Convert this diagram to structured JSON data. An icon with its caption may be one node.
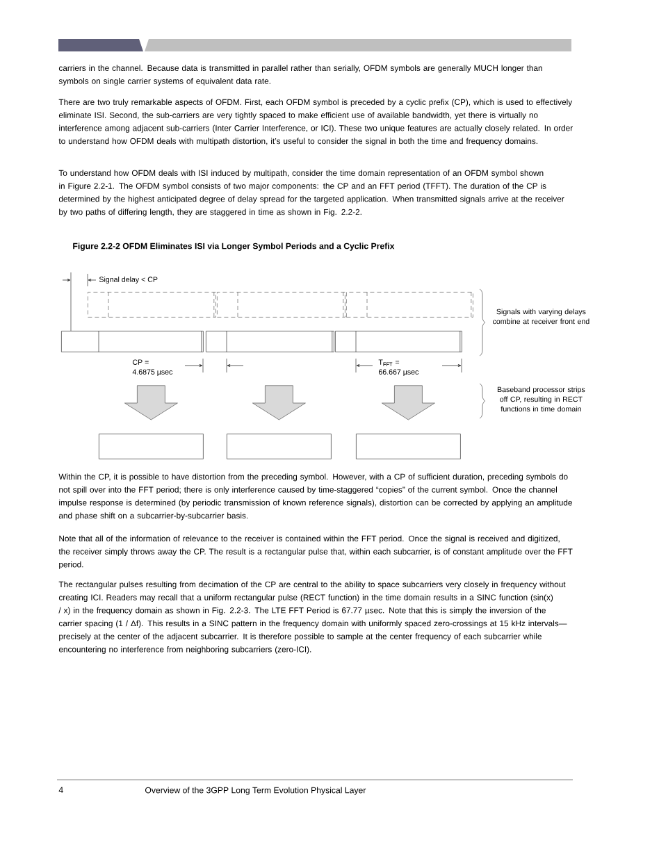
{
  "diagram": {
    "title": "Figure 2.2-2  OFDM Eliminates ISI via Longer Symbol Periods and a Cyclic Prefix",
    "nodes": [
      {
        "text": [],
        "shape": "box"
      },
      {
        "text": [],
        "shape": "box"
      },
      {
        "text": [],
        "shape": "box"
      },
      {
        "text": [],
        "shape": "box"
      },
      {
        "text": [],
        "shape": "box"
      },
      {
        "text": [],
        "shape": "box"
      },
      {
        "text": [],
        "shape": "box"
      },
      {
        "text": [],
        "shape": "box"
      },
      {
        "text": [],
        "shape": "box"
      }
    ],
    "edges": [
      {
        "from": 3,
        "to": 6,
        "arrow": "to"
      },
      {
        "from": 4,
        "to": 7,
        "arrow": "to"
      },
      {
        "from": 5,
        "to": 8,
        "arrow": "to"
      }
    ],
    "labels": [
      "carriers in the channel. Because data is transmitted in parallel rather than serially, OFDM symbols are generally MUCH longer than symbols on single carrier systems of equivalent data rate.",
      "There are two truly remarkable aspects of OFDM. First, each OFDM symbol is preceded by a cyclic prefix (CP), which is used to effectively eliminate ISI. Second, the sub-carriers are very tightly spaced to make efficient use of available bandwidth, yet there is virtually no interference among adjacent sub-carriers (Inter Carrier Interference, or ICI). These two unique features are actually closely related. In order to understand how OFDM deals with multipath distortion, it’s useful to consider the signal in both the time and frequency domains.",
      "To understand how OFDM deals with ISI induced by multipath, consider the time domain representation of an OFDM symbol shown in Figure 2.2-1. The OFDM symbol consists of two major components:  the CP and an FFT period (TFFT). The duration of the CP is determined by the highest anticipated degree of delay spread for the targeted application. When transmitted signals arrive at the receiver by two paths of differing length, they are staggered in time as shown in Fig. 2.2-2.",
      "Signal delay < CP",
      "Signals with varying delays combine at receiver front end",
      "CP =",
      "4.6875 µsec",
      "T$_{FFT}$ =",
      "66.667 µsec",
      "Baseband processor strips off CP, resulting in RECT functions in time domain",
      "Within the CP, it is possible to have distortion from the preceding symbol. However, with a CP of sufficient duration, preceding symbols do not spill over into the FFT period; there is only interference caused by time-staggered “copies” of the current symbol. Once the channel impulse response is determined (by periodic transmission of known reference signals), distortion can be corrected by applying an amplitude and phase shift on a subcarrier-by-subcarrier basis.",
      "Note that all of the information of relevance to the receiver is contained within the FFT period. Once the signal is received and digitized, the receiver simply throws away the CP. The result is a rectangular pulse that, within each subcarrier, is of constant amplitude over the FFT period.",
      "The rectangular pulses resulting from decimation of the CP are central to the ability to space subcarriers very closely in frequency without creating ICI. Readers may recall that a uniform rectangular pulse (RECT function) in the time domain results in a SINC function (sin(x) / x) in the frequency domain as shown in Fig. 2.2-3. The LTE FFT Period is 67.77 µsec. Note that this is simply the inversion of the carrier spacing (1 / Δf). This results in a SINC pattern in the frequency domain with uniformly spaced zero-crossings at 15 kHz intervals—precisely at the center of the adjacent subcarrier. It is therefore possible to sample at the center frequency of each subcarrier while encountering no interference from neighboring subcarriers (zero-ICI).",
      "4",
      "Overview of the 3GPP Long Term Evolution Physical Layer"
    ]
  }
}
